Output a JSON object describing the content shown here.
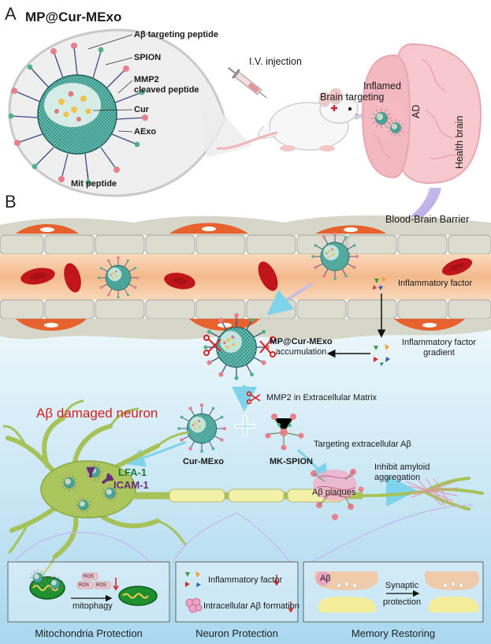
{
  "panel_a": {
    "letter": "A",
    "title": "MP@Cur-MExo",
    "callouts": {
      "abeta_peptide": "Aβ targeting peptide",
      "spion": "SPION",
      "mmp2_line1": "MMP2",
      "mmp2_line2": "cleaved peptide",
      "cur": "Cur",
      "aexo": "AExo",
      "mit": "Mit peptide"
    },
    "injection": "I.V. injection",
    "targeting_line1": "Inflamed",
    "targeting_line2": "Brain targeting",
    "brain_ad": "AD",
    "brain_health": "Health brain"
  },
  "panel_b": {
    "letter": "B",
    "bbb": "Blood-Brain Barrier",
    "inflammatory_factor": "Inflammatory factor",
    "gradient_line1": "Inflammatory factor",
    "gradient_line2": "gradient",
    "accum_line1": "MP@Cur-MExo",
    "accum_line2": "accumulation",
    "mmp2_ecm": "MMP2 in Extracellular Matrix",
    "damaged_neuron": "Aβ damaged neuron",
    "lfa1": "LFA-1",
    "icam1": "ICAM-1",
    "cur_mexo": "Cur-MExo",
    "mk_spion": "MK-SPION",
    "targeting_abeta": "Targeting extracellular Aβ",
    "inhibit_line1": "Inhibit amyloid",
    "inhibit_line2": "aggregation",
    "plaques": "Aβ plaques"
  },
  "boxes": {
    "ros": "ROS",
    "mitophagy": "mitophagy",
    "inflam_down": "Inflammatory factor",
    "intracell_down": "Intracellular Aβ formation",
    "abeta": "Aβ",
    "synaptic_line1": "Synaptic",
    "synaptic_line2": "protection"
  },
  "captions": {
    "mito": "Mitochondria Protection",
    "neuron": "Neuron Protection",
    "memory": "Memory Restoring"
  },
  "colors": {
    "vessel": "#f6c39a",
    "endothelial": "#d9d9cf",
    "pericyte": "#e8622e",
    "rbc": "#c0151b",
    "lower_bg": "#c8e6f4",
    "neuron": "#a8c25a",
    "accent_red": "#d42020",
    "icam": "#6a2a7a",
    "lfa": "#1f7a3a"
  }
}
